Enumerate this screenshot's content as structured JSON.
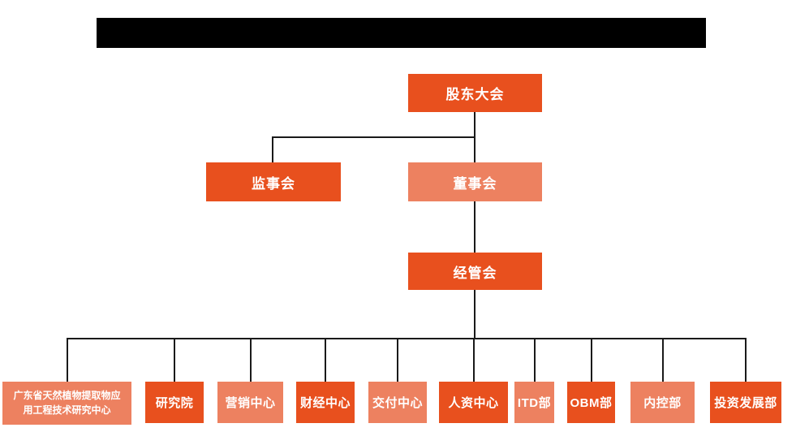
{
  "colors": {
    "primary": "#E8501E",
    "secondary": "#ED8160",
    "line": "#1A1A1A",
    "redacted_bar": "#000000",
    "background": "#FFFFFF",
    "node_text": "#FFFFFF"
  },
  "org": {
    "root": {
      "label": "股东大会"
    },
    "level2": [
      {
        "label": "监事会"
      },
      {
        "label": "董事会"
      }
    ],
    "level3": {
      "label": "经管会"
    },
    "departments": [
      {
        "label": "广东省天然植物提取物应用工程技术研究中心",
        "lines": [
          "广东省天然植物提取物应",
          "用工程技术研究中心"
        ]
      },
      {
        "label": "研究院"
      },
      {
        "label": "营销中心"
      },
      {
        "label": "财经中心"
      },
      {
        "label": "交付中心"
      },
      {
        "label": "人资中心"
      },
      {
        "label": "ITD部"
      },
      {
        "label": "OBM部"
      },
      {
        "label": "内控部"
      },
      {
        "label": "投资发展部"
      }
    ]
  }
}
